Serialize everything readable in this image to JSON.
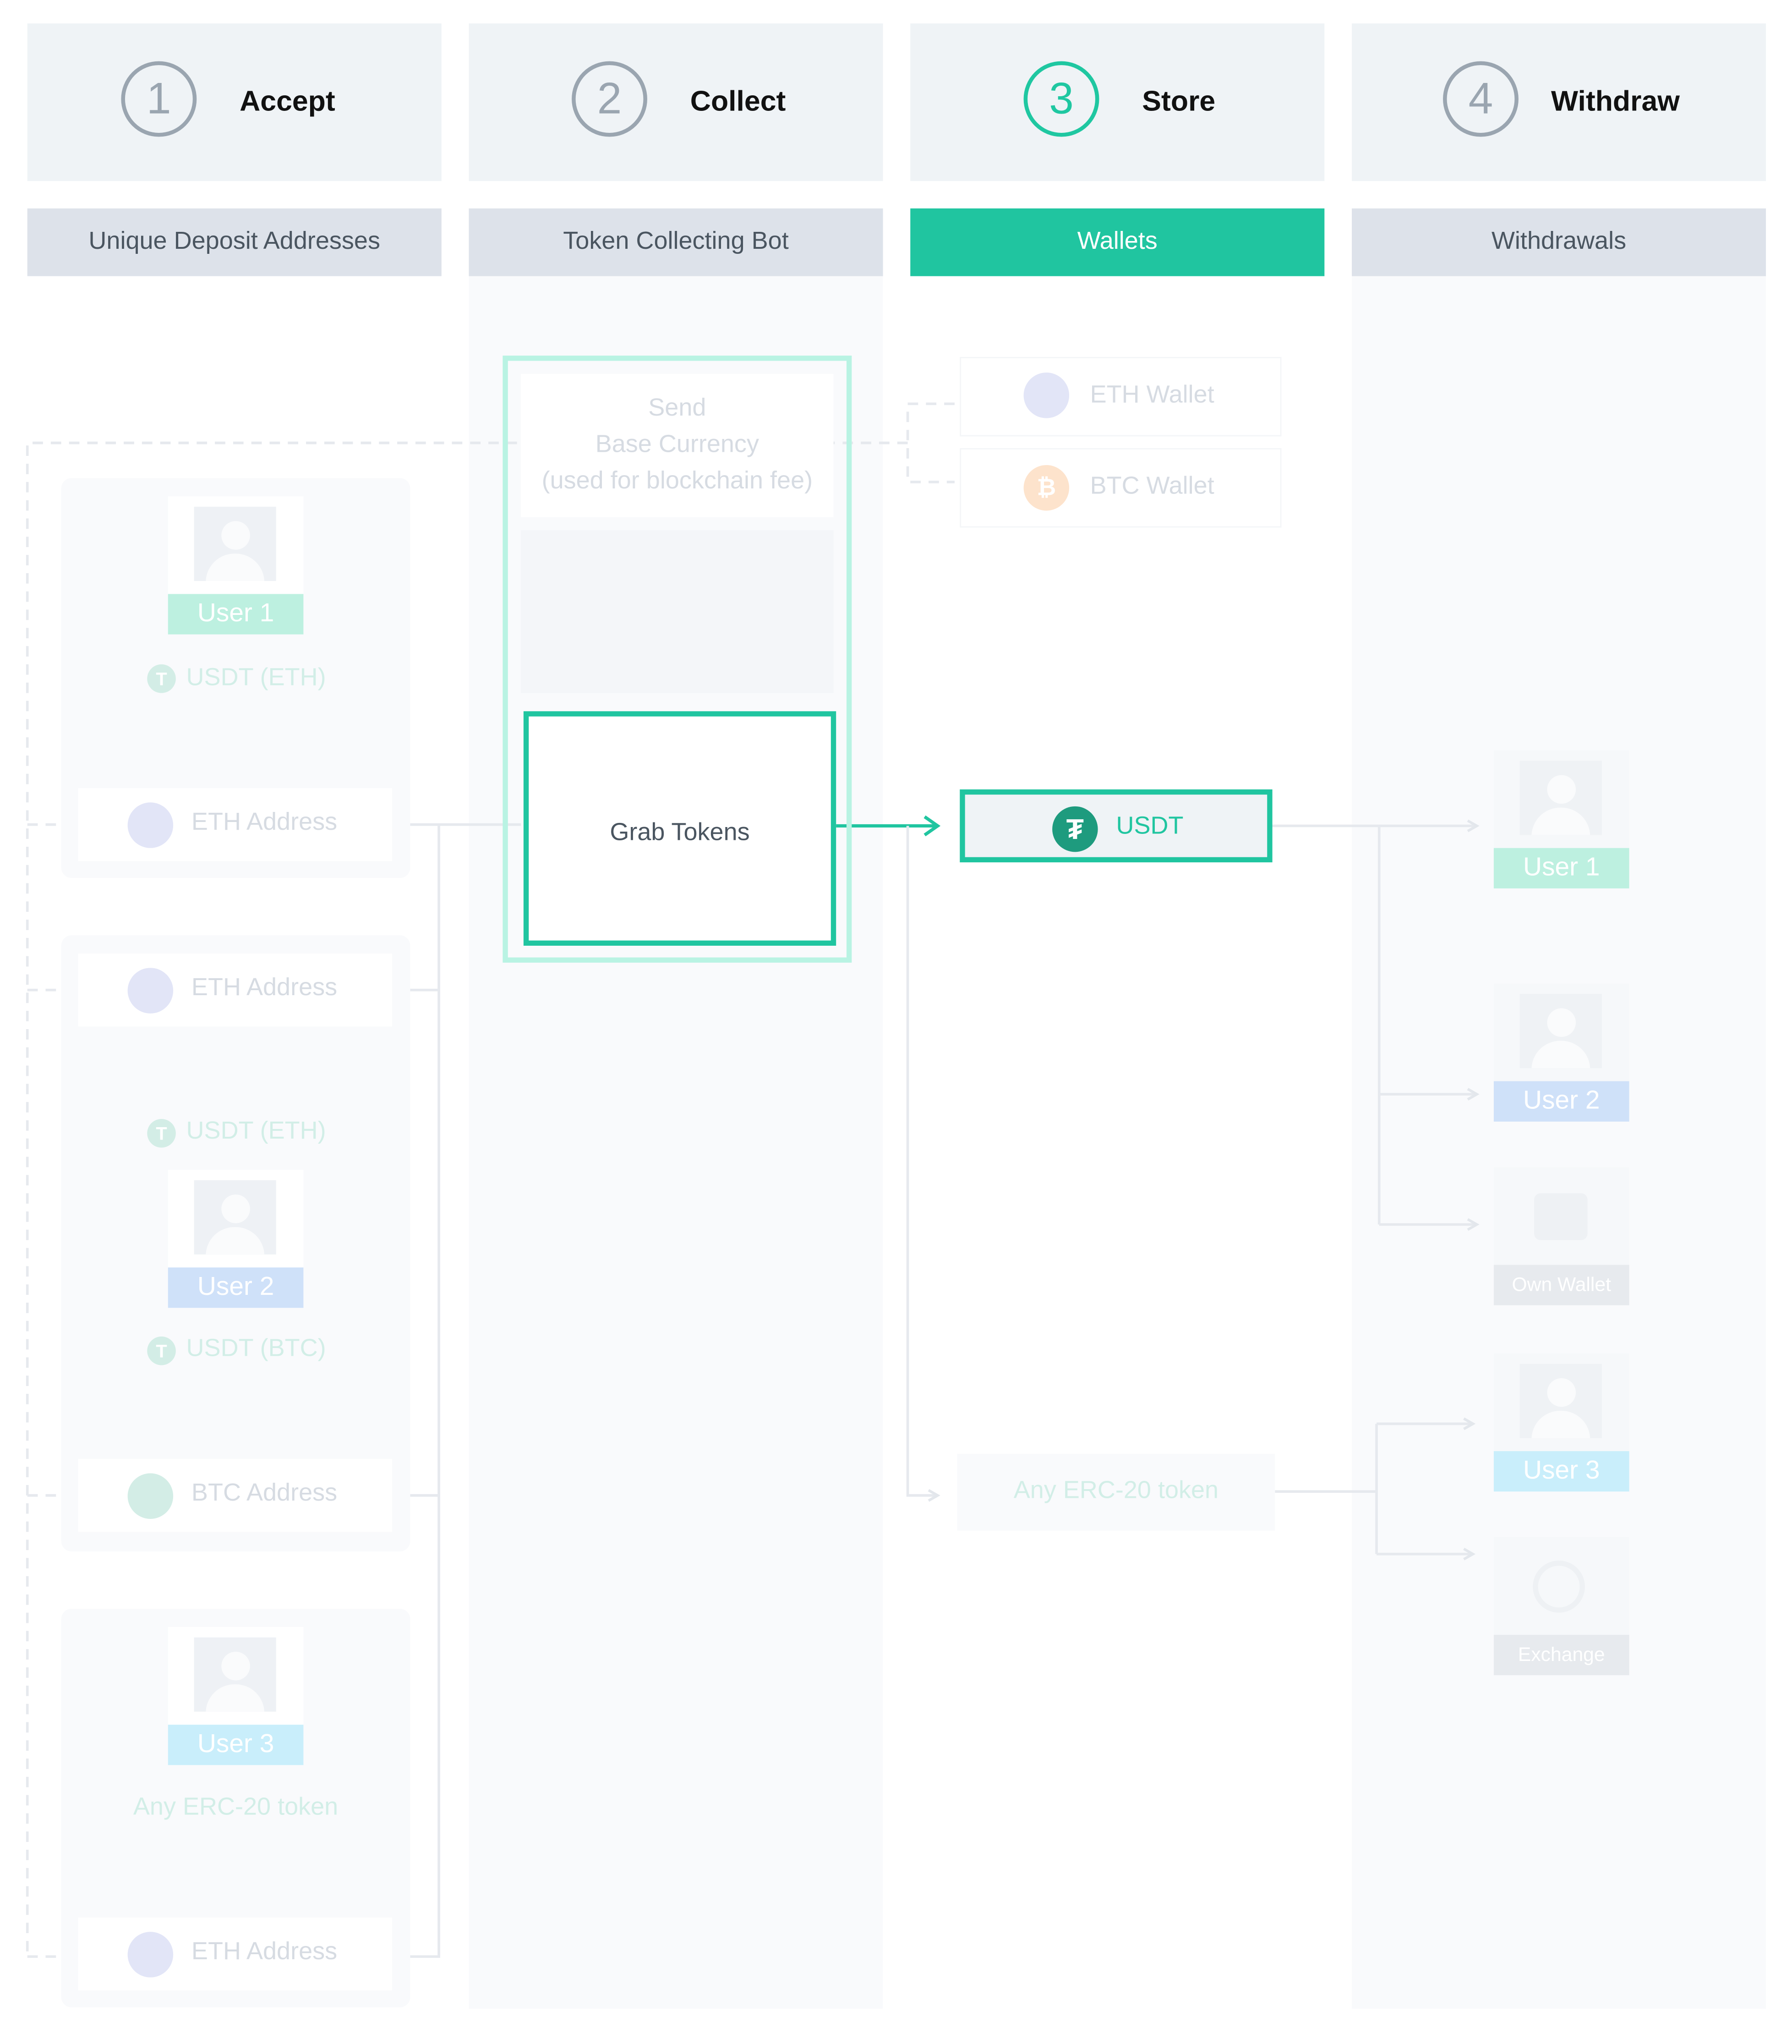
{
  "steps": [
    {
      "num": "1",
      "title": "Accept",
      "subtitle": "Unique Deposit Addresses"
    },
    {
      "num": "2",
      "title": "Collect",
      "subtitle": "Token Collecting Bot"
    },
    {
      "num": "3",
      "title": "Store",
      "subtitle": "Wallets"
    },
    {
      "num": "4",
      "title": "Withdraw",
      "subtitle": "Withdrawals"
    }
  ],
  "accept": {
    "group1": {
      "user": "User 1",
      "token": "USDT (ETH)",
      "address": "ETH Address"
    },
    "group2": {
      "address_top": "ETH Address",
      "token_top": "USDT (ETH)",
      "user": "User 2",
      "token_bottom": "USDT (BTC)",
      "address_bottom": "BTC Address"
    },
    "group3": {
      "user": "User 3",
      "token": "Any ERC-20 token",
      "address": "ETH Address"
    }
  },
  "collect": {
    "send_line1": "Send",
    "send_line2": "Base Currency",
    "send_line3": "(used for blockchain fee)",
    "grab": "Grab Tokens"
  },
  "store": {
    "eth_wallet": "ETH Wallet",
    "btc_wallet": "BTC Wallet",
    "usdt": "USDT",
    "erc20": "Any ERC-20 token"
  },
  "withdraw": {
    "user1": "User 1",
    "user2": "User 2",
    "own_wallet": "Own Wallet",
    "user3": "User 3",
    "exchange": "Exchange"
  },
  "colors": {
    "accent": "#20c5a0",
    "header_bg": "#eff3f6",
    "sub_bg": "#dde2ea",
    "user1_label": "#bdf0e0",
    "user2_label": "#cfe1f9",
    "user3_label": "#c9eefb"
  }
}
